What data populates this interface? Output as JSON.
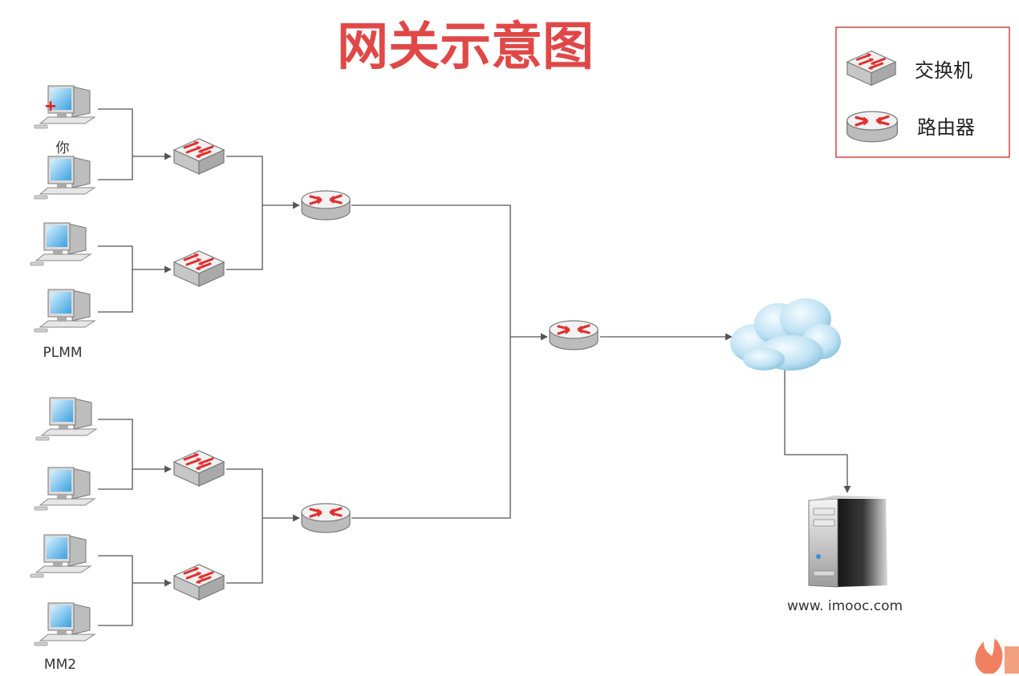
{
  "title": "网关示意图",
  "labels": {
    "pc_you": "你",
    "pc_group1": "PLMM",
    "pc_group2": "MM2",
    "server": "www. imooc.com"
  },
  "legend": {
    "switch_label": "交换机",
    "router_label": "路由器"
  },
  "colors": {
    "title": "#e04848",
    "legend_border": "#d04545",
    "link": "#555555",
    "device_arrow": "#e03030",
    "cloud": "#a8d4ea",
    "watermark": "#f08060"
  },
  "icons": [
    "computer-icon",
    "switch-icon",
    "router-icon",
    "cloud-icon",
    "server-icon",
    "flame-icon",
    "plus-icon"
  ]
}
